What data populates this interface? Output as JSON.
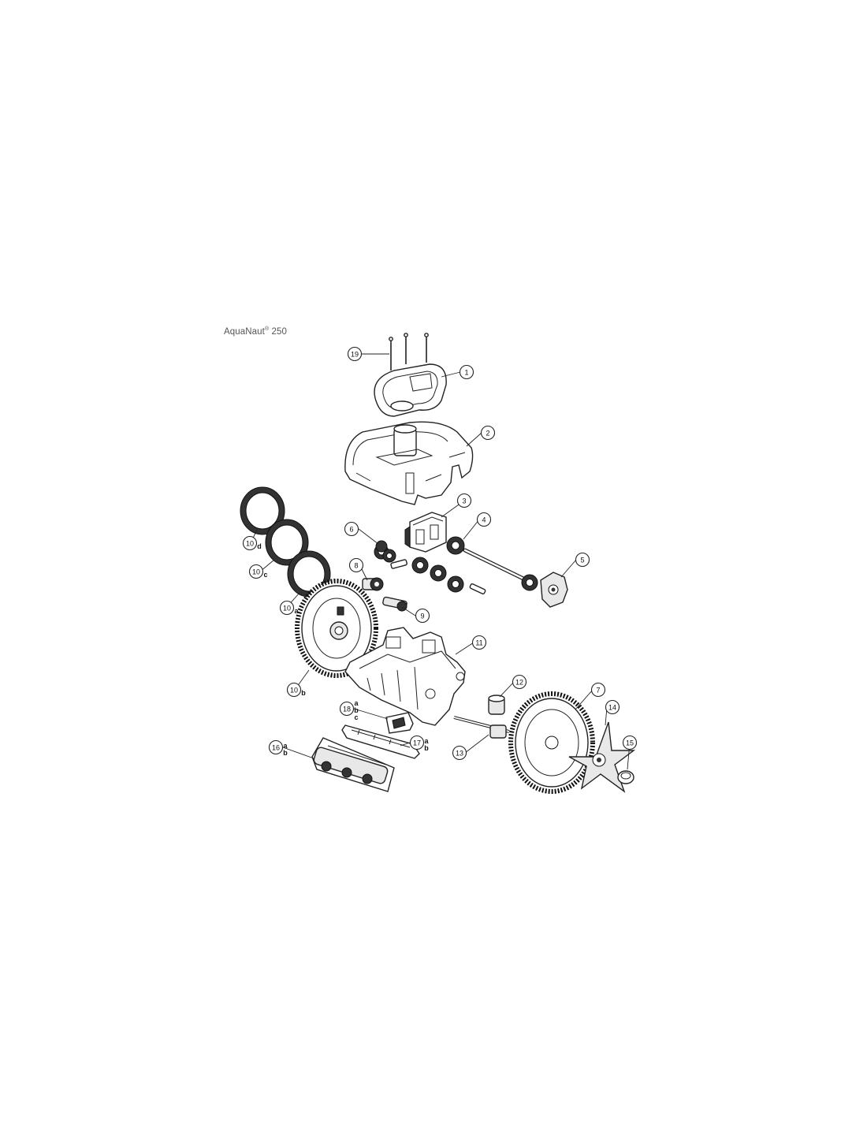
{
  "title": {
    "name": "AquaNaut",
    "mark": "®",
    "model": "250"
  },
  "callouts": [
    {
      "id": "c19",
      "label": "19",
      "suffix": []
    },
    {
      "id": "c1",
      "label": "1",
      "suffix": []
    },
    {
      "id": "c2",
      "label": "2",
      "suffix": []
    },
    {
      "id": "c3",
      "label": "3",
      "suffix": []
    },
    {
      "id": "c4",
      "label": "4",
      "suffix": []
    },
    {
      "id": "c5",
      "label": "5",
      "suffix": []
    },
    {
      "id": "c6",
      "label": "6",
      "suffix": []
    },
    {
      "id": "c8",
      "label": "8",
      "suffix": []
    },
    {
      "id": "c9",
      "label": "9",
      "suffix": []
    },
    {
      "id": "c10d",
      "label": "10",
      "suffix": [
        "d"
      ]
    },
    {
      "id": "c10c",
      "label": "10",
      "suffix": [
        "c"
      ]
    },
    {
      "id": "c10a",
      "label": "10",
      "suffix": [
        "a"
      ]
    },
    {
      "id": "c10b",
      "label": "10",
      "suffix": [
        "b"
      ]
    },
    {
      "id": "c11",
      "label": "11",
      "suffix": []
    },
    {
      "id": "c12",
      "label": "12",
      "suffix": []
    },
    {
      "id": "c7",
      "label": "7",
      "suffix": []
    },
    {
      "id": "c14",
      "label": "14",
      "suffix": []
    },
    {
      "id": "c15",
      "label": "15",
      "suffix": []
    },
    {
      "id": "c13",
      "label": "13",
      "suffix": []
    },
    {
      "id": "c18",
      "label": "18",
      "suffix": [
        "a",
        "b",
        "c"
      ]
    },
    {
      "id": "c17",
      "label": "17",
      "suffix": [
        "a",
        "b"
      ]
    },
    {
      "id": "c16",
      "label": "16",
      "suffix": [
        "a",
        "b"
      ]
    }
  ]
}
